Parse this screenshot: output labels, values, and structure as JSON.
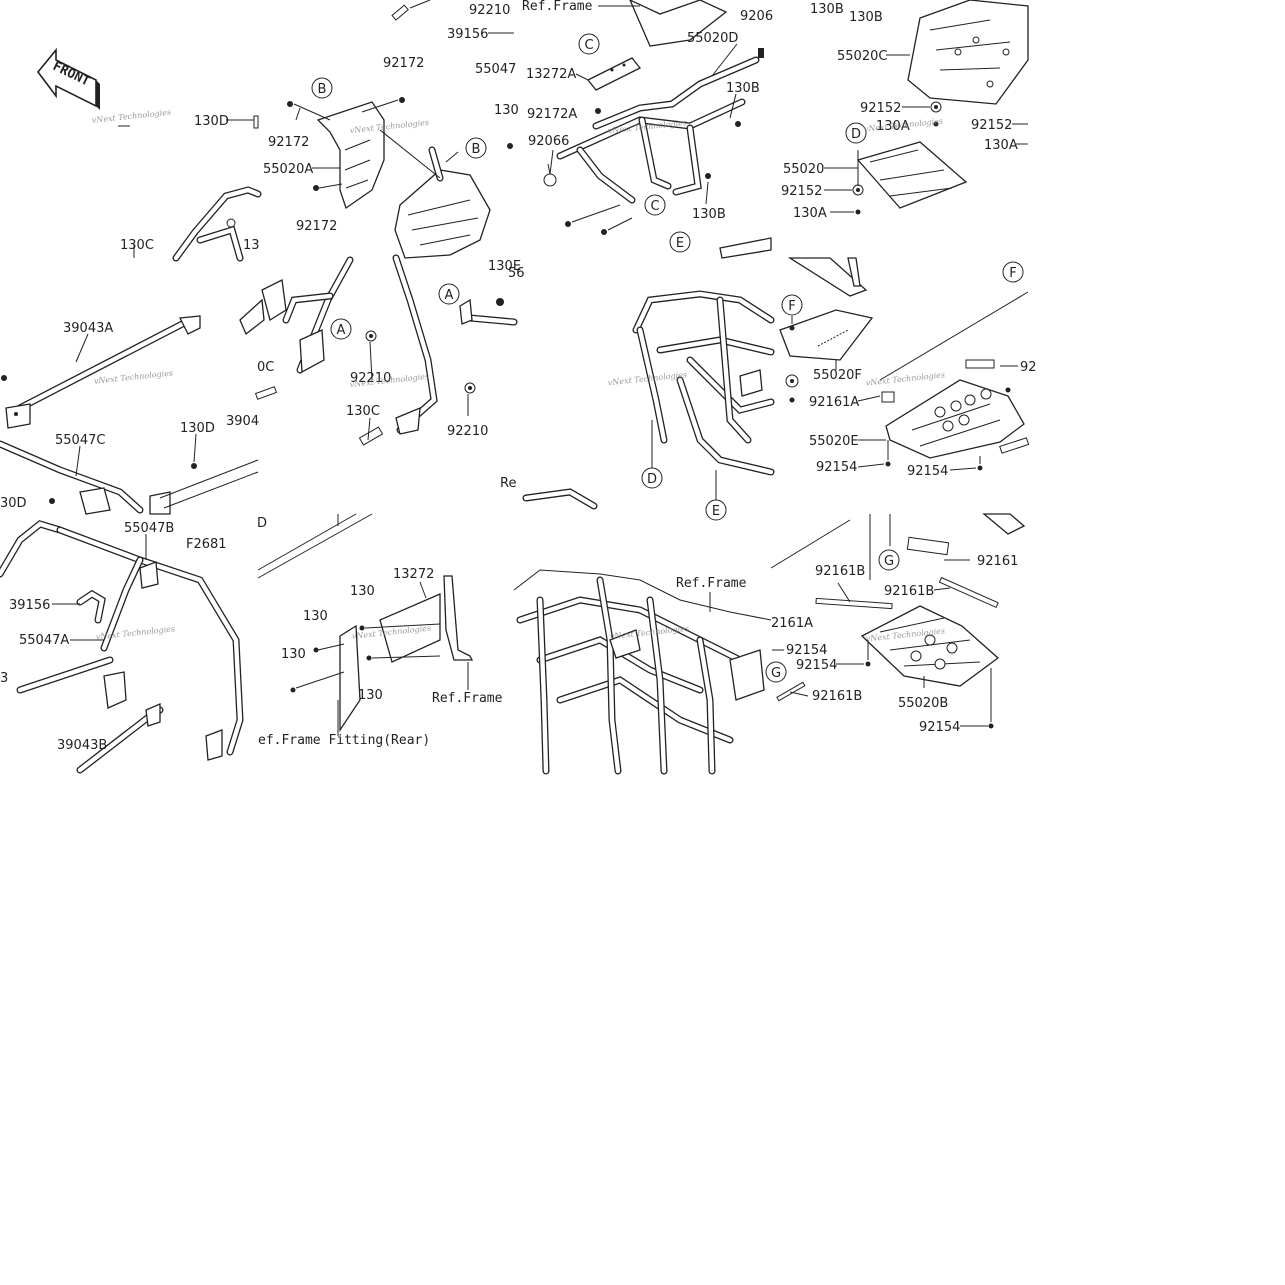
{
  "front_badge": "FRONT",
  "watermark": "vNext Technologies",
  "figure_code": "F2681",
  "callouts": {
    "A": "A",
    "B": "B",
    "C": "C",
    "D": "D",
    "E": "E",
    "F": "F",
    "G": "G"
  },
  "parts": {
    "p92210": "92210",
    "p39156": "39156",
    "p55047": "55047",
    "p130": "130",
    "p130B": "130B",
    "p130C": "130C",
    "p130D": "130D",
    "p130A": "130A",
    "p92172": "92172",
    "p92172A": "92172A",
    "p55020A": "55020A",
    "p55020D": "55020D",
    "p55020C": "55020C",
    "p55020": "55020",
    "p92152": "92152",
    "p13272A": "13272A",
    "p13272": "13272",
    "p92066": "92066",
    "p39043A": "39043A",
    "p39043B": "39043B",
    "p55047C": "55047C",
    "p55047B": "55047B",
    "p55047A": "55047A",
    "p55020F": "55020F",
    "p55020E": "55020E",
    "p55020B": "55020B",
    "p92161": "92161",
    "p92161A": "92161A",
    "p92161B": "92161B",
    "p92154": "92154"
  },
  "frag": {
    "f9206": "9206",
    "f130top": "130",
    "f13": "13",
    "f0C": "0C",
    "f3904": "3904",
    "f30D": "30D",
    "f3": "3",
    "fD": "D",
    "f130e": "130E",
    "f56": "56",
    "f92": "92",
    "f2161A": "2161A",
    "fRe": "Re"
  },
  "refs": {
    "frame": "Ref.Frame",
    "fitting_rear": "ef.Frame Fitting(Rear)"
  }
}
